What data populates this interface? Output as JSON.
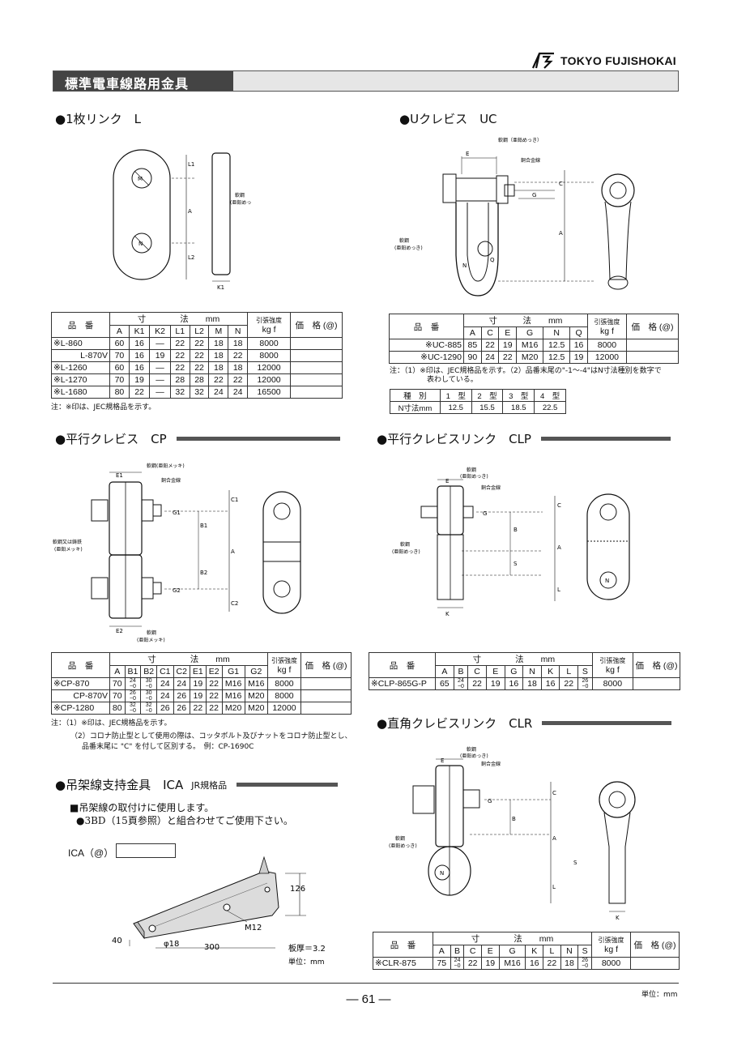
{
  "brand": {
    "name": "TOKYO FUJISHOKAI"
  },
  "banner": {
    "title": "標準電車線路用金具"
  },
  "l": {
    "heading": "●1枚リンク　L",
    "draw": {
      "l1": "L1",
      "a": "A",
      "l2": "L2",
      "k1": "K1",
      "m": "M",
      "n": "N",
      "steel": "軟鋼",
      "plating": "(亜鉛めっき)"
    },
    "h_hin": "品　番",
    "h_sun": "寸",
    "h_ho": "法",
    "h_mm": "mm",
    "h_str": "引張強度",
    "h_kgf": "kg f",
    "h_price": "価　格 (@)",
    "cols": [
      "A",
      "K1",
      "K2",
      "L1",
      "L2",
      "M",
      "N"
    ],
    "rows": [
      [
        "※L-860",
        "60",
        "16",
        "—",
        "22",
        "22",
        "18",
        "18",
        "8000"
      ],
      [
        "L-870V",
        "70",
        "16",
        "19",
        "22",
        "22",
        "18",
        "22",
        "8000"
      ],
      [
        "※L-1260",
        "60",
        "16",
        "—",
        "22",
        "22",
        "18",
        "18",
        "12000"
      ],
      [
        "※L-1270",
        "70",
        "19",
        "—",
        "28",
        "28",
        "22",
        "22",
        "12000"
      ],
      [
        "※L-1680",
        "80",
        "22",
        "—",
        "32",
        "32",
        "24",
        "24",
        "16500"
      ]
    ],
    "note": "注：※印は、JEC規格品を示す。"
  },
  "uc": {
    "heading": "●Uクレビス　UC",
    "draw": {
      "steel1": "軟鋼（亜鉛めっき）",
      "wire": "銅合金線",
      "steel2": "軟鋼",
      "plating2": "(亜鉛めっき)",
      "e": "E",
      "g": "G",
      "c": "C",
      "a": "A",
      "n": "N",
      "q": "Q"
    },
    "h_hin": "品　番",
    "h_sun": "寸",
    "h_ho": "法",
    "h_mm": "mm",
    "h_str": "引張強度",
    "h_kgf": "kg f",
    "h_price": "価　格 (@)",
    "cols": [
      "A",
      "C",
      "E",
      "G",
      "N",
      "Q"
    ],
    "rows": [
      [
        "※UC-885",
        "85",
        "22",
        "19",
        "M16",
        "12.5",
        "16",
        "8000"
      ],
      [
        "※UC-1290",
        "90",
        "24",
        "22",
        "M20",
        "12.5",
        "19",
        "12000"
      ]
    ],
    "note1": "注：（1）※印は、JEC規格品を示す。（2）品番末尾の\"-1〜-4\"はN寸法種別を数字で",
    "note2": "表わしている。",
    "type_header": [
      "種　別",
      "1　型",
      "2　型",
      "3　型",
      "4　型"
    ],
    "type_row": [
      "N寸法mm",
      "12.5",
      "15.5",
      "18.5",
      "22.5"
    ]
  },
  "cp": {
    "heading": "●平行クレビス　CP",
    "draw": {
      "steel": "軟鋼(亜鉛メッキ)",
      "wire": "銅合金線",
      "cast": "軟鋼又は鋳鉄",
      "castp": "(亜鉛メッキ)",
      "steel2": "軟鋼",
      "steel2p": "(亜鉛メッキ)",
      "e1": "E1",
      "e2": "E2",
      "g1": "G1",
      "g2": "G2",
      "b1": "B1",
      "b2": "B2",
      "c1": "C1",
      "c2": "C2",
      "a": "A"
    },
    "h_hin": "品　番",
    "h_sun": "寸",
    "h_ho": "法",
    "h_mm": "mm",
    "h_str": "引張強度",
    "h_kgf": "kg f",
    "h_price": "価　格 (@)",
    "cols": [
      "A",
      "B1",
      "B2",
      "C1",
      "C2",
      "E1",
      "E2",
      "G1",
      "G2"
    ],
    "rows": [
      {
        "n": "※CP-870",
        "a": "70",
        "b1t": "24",
        "b1b": "−0",
        "b2t": "30",
        "b2b": "−0",
        "c1": "24",
        "c2": "24",
        "e1": "19",
        "e2": "22",
        "g1": "M16",
        "g2": "M16",
        "s": "8000"
      },
      {
        "n": "CP-870V",
        "a": "70",
        "b1t": "26",
        "b1b": "−0",
        "b2t": "30",
        "b2b": "−0",
        "c1": "24",
        "c2": "26",
        "e1": "19",
        "e2": "22",
        "g1": "M16",
        "g2": "M20",
        "s": "8000"
      },
      {
        "n": "※CP-1280",
        "a": "80",
        "b1t": "32",
        "b1b": "−0",
        "b2t": "32",
        "b2b": "−0",
        "c1": "26",
        "c2": "26",
        "e1": "22",
        "e2": "22",
        "g1": "M20",
        "g2": "M20",
        "s": "12000"
      }
    ],
    "note1": "注：（1）※印は、JEC規格品を示す。",
    "note2": "（2）コロナ防止型として使用の際は、コッタボルト及びナットをコロナ防止型とし、",
    "note3": "品番末尾に \"C\" を付して区別する。　例：CP-1690C"
  },
  "clp": {
    "heading": "●平行クレビスリンク　CLP",
    "draw": {
      "steel": "軟鋼",
      "plating": "(亜鉛めっき)",
      "wire": "銅合金線",
      "steel2": "軟鋼",
      "plating2": "(亜鉛めっき)",
      "e": "E",
      "g": "G",
      "b": "B",
      "s": "S",
      "k": "K",
      "c": "C",
      "a": "A",
      "l": "L",
      "n": "N"
    },
    "h_hin": "品　番",
    "h_sun": "寸",
    "h_ho": "法",
    "h_mm": "mm",
    "h_str": "引張強度",
    "h_kgf": "kg f",
    "h_price": "価　格 (@)",
    "cols": [
      "A",
      "B",
      "C",
      "E",
      "G",
      "N",
      "K",
      "L",
      "S"
    ],
    "row": {
      "n": "※CLP-865G-P",
      "a": "65",
      "bt": "24",
      "bb": "−0",
      "c": "22",
      "e": "19",
      "g": "16",
      "nn": "18",
      "k": "16",
      "l": "22",
      "st": "26",
      "sb": "−0",
      "s": "8000"
    }
  },
  "ica": {
    "heading": "●吊架線支持金具　ICA",
    "jr": "JR規格品",
    "line1": "■吊架線の取付けに使用します。",
    "line2": "●3BD（15頁参照）と組合わせてご使用下さい。",
    "price_label": "ICA（@）",
    "price_value": "",
    "draw": {
      "d126": "126",
      "d40": "40",
      "d18": "φ18",
      "d300": "300",
      "m12": "M12",
      "thick": "板厚＝3.2",
      "unit": "単位：mm"
    }
  },
  "clr": {
    "heading": "●直角クレビスリンク　CLR",
    "draw": {
      "steel": "軟鋼",
      "plating": "(亜鉛めっき)",
      "wire": "銅合金線",
      "steel2": "軟鋼",
      "plating2": "(亜鉛めっき)",
      "e": "E",
      "g": "G",
      "b": "B",
      "c": "C",
      "a": "A",
      "s": "S",
      "l": "L",
      "n": "N",
      "k": "K"
    },
    "h_hin": "品　番",
    "h_sun": "寸",
    "h_ho": "法",
    "h_mm": "mm",
    "h_str": "引張強度",
    "h_kgf": "kg f",
    "h_price": "価　格 (@)",
    "cols": [
      "A",
      "B",
      "C",
      "E",
      "G",
      "K",
      "L",
      "N",
      "S"
    ],
    "row": {
      "n": "※CLR-875",
      "a": "75",
      "bt": "24",
      "bb": "−0",
      "c": "22",
      "e": "19",
      "g": "M16",
      "k": "16",
      "l": "22",
      "nn": "18",
      "st": "26",
      "sb": "−0",
      "s": "8000"
    }
  },
  "footer": {
    "page": "— 61 —",
    "unit": "単位：mm"
  }
}
